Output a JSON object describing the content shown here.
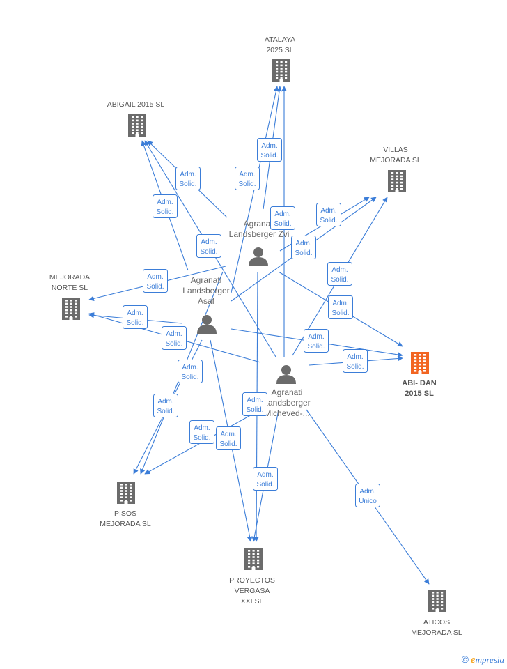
{
  "colors": {
    "edge": "#3b7dd8",
    "building": "#6b6b6b",
    "building_highlight": "#f26522",
    "person": "#6b6b6b"
  },
  "companies": [
    {
      "id": "atalaya",
      "label": [
        "ATALAYA",
        "2025 SL"
      ],
      "highlight": false,
      "icon": "building-icon"
    },
    {
      "id": "abigail",
      "label": [
        "ABIGAIL 2015 SL"
      ],
      "highlight": false,
      "icon": "building-icon"
    },
    {
      "id": "villas",
      "label": [
        "VILLAS",
        "MEJORADA SL"
      ],
      "highlight": false,
      "icon": "building-icon"
    },
    {
      "id": "mejorada_norte",
      "label": [
        "MEJORADA",
        "NORTE SL"
      ],
      "highlight": false,
      "icon": "building-icon"
    },
    {
      "id": "abidan",
      "label": [
        "ABI- DAN",
        "2015 SL"
      ],
      "highlight": true,
      "icon": "building-icon"
    },
    {
      "id": "pisos",
      "label": [
        "PISOS",
        "MEJORADA SL"
      ],
      "highlight": false,
      "icon": "building-icon"
    },
    {
      "id": "proyectos",
      "label": [
        "PROYECTOS",
        "VERGASA",
        "XXI SL"
      ],
      "highlight": false,
      "icon": "building-icon"
    },
    {
      "id": "aticos",
      "label": [
        "ATICOS",
        "MEJORADA SL"
      ],
      "highlight": false,
      "icon": "building-icon"
    }
  ],
  "persons": [
    {
      "id": "zvi",
      "label": [
        "Agranati",
        "Landsberger Zvi"
      ],
      "icon": "person-icon"
    },
    {
      "id": "asaf",
      "label": [
        "Agranati",
        "Landsberger",
        "Asaf"
      ],
      "icon": "person-icon"
    },
    {
      "id": "micheved",
      "label": [
        "Agranati",
        "Landsberger",
        "Micheved-..."
      ],
      "icon": "person-icon"
    }
  ],
  "edges": [
    {
      "from": "zvi",
      "to": "atalaya",
      "label": [
        "Adm.",
        "Solid."
      ]
    },
    {
      "from": "zvi",
      "to": "abigail",
      "label": [
        "Adm.",
        "Solid."
      ]
    },
    {
      "from": "zvi",
      "to": "villas",
      "label": [
        "Adm.",
        "Solid."
      ]
    },
    {
      "from": "zvi",
      "to": "mejorada_norte",
      "label": [
        "Adm.",
        "Solid."
      ]
    },
    {
      "from": "zvi",
      "to": "abidan",
      "label": [
        "Adm.",
        "Solid."
      ]
    },
    {
      "from": "zvi",
      "to": "proyectos",
      "label": [
        "Adm.",
        "Solid."
      ]
    },
    {
      "from": "zvi",
      "to": "pisos",
      "label": [
        "Adm.",
        "Solid."
      ]
    },
    {
      "from": "asaf",
      "to": "atalaya",
      "label": [
        "Adm.",
        "Solid."
      ]
    },
    {
      "from": "asaf",
      "to": "abigail",
      "label": [
        "Adm.",
        "Solid."
      ]
    },
    {
      "from": "asaf",
      "to": "villas",
      "label": [
        "Adm.",
        "Solid."
      ]
    },
    {
      "from": "asaf",
      "to": "mejorada_norte",
      "label": [
        "Adm.",
        "Solid."
      ]
    },
    {
      "from": "asaf",
      "to": "abidan",
      "label": [
        "Adm.",
        "Solid."
      ]
    },
    {
      "from": "asaf",
      "to": "pisos",
      "label": [
        "Adm.",
        "Solid."
      ]
    },
    {
      "from": "asaf",
      "to": "proyectos",
      "label": [
        "Adm.",
        "Solid."
      ]
    },
    {
      "from": "micheved",
      "to": "atalaya",
      "label": [
        "Adm.",
        "Solid."
      ]
    },
    {
      "from": "micheved",
      "to": "abigail",
      "label": [
        "Adm.",
        "Solid."
      ]
    },
    {
      "from": "micheved",
      "to": "villas",
      "label": [
        "Adm.",
        "Solid."
      ]
    },
    {
      "from": "micheved",
      "to": "mejorada_norte",
      "label": [
        "Adm.",
        "Solid."
      ]
    },
    {
      "from": "micheved",
      "to": "abidan",
      "label": [
        "Adm.",
        "Solid."
      ]
    },
    {
      "from": "micheved",
      "to": "pisos",
      "label": [
        "Adm.",
        "Solid."
      ]
    },
    {
      "from": "micheved",
      "to": "proyectos",
      "label": [
        "Adm.",
        "Solid."
      ]
    },
    {
      "from": "micheved",
      "to": "aticos",
      "label": [
        "Adm.",
        "Unico"
      ]
    }
  ],
  "footer": {
    "copyright": "©",
    "brand_first": "e",
    "brand_rest": "mpresia"
  }
}
